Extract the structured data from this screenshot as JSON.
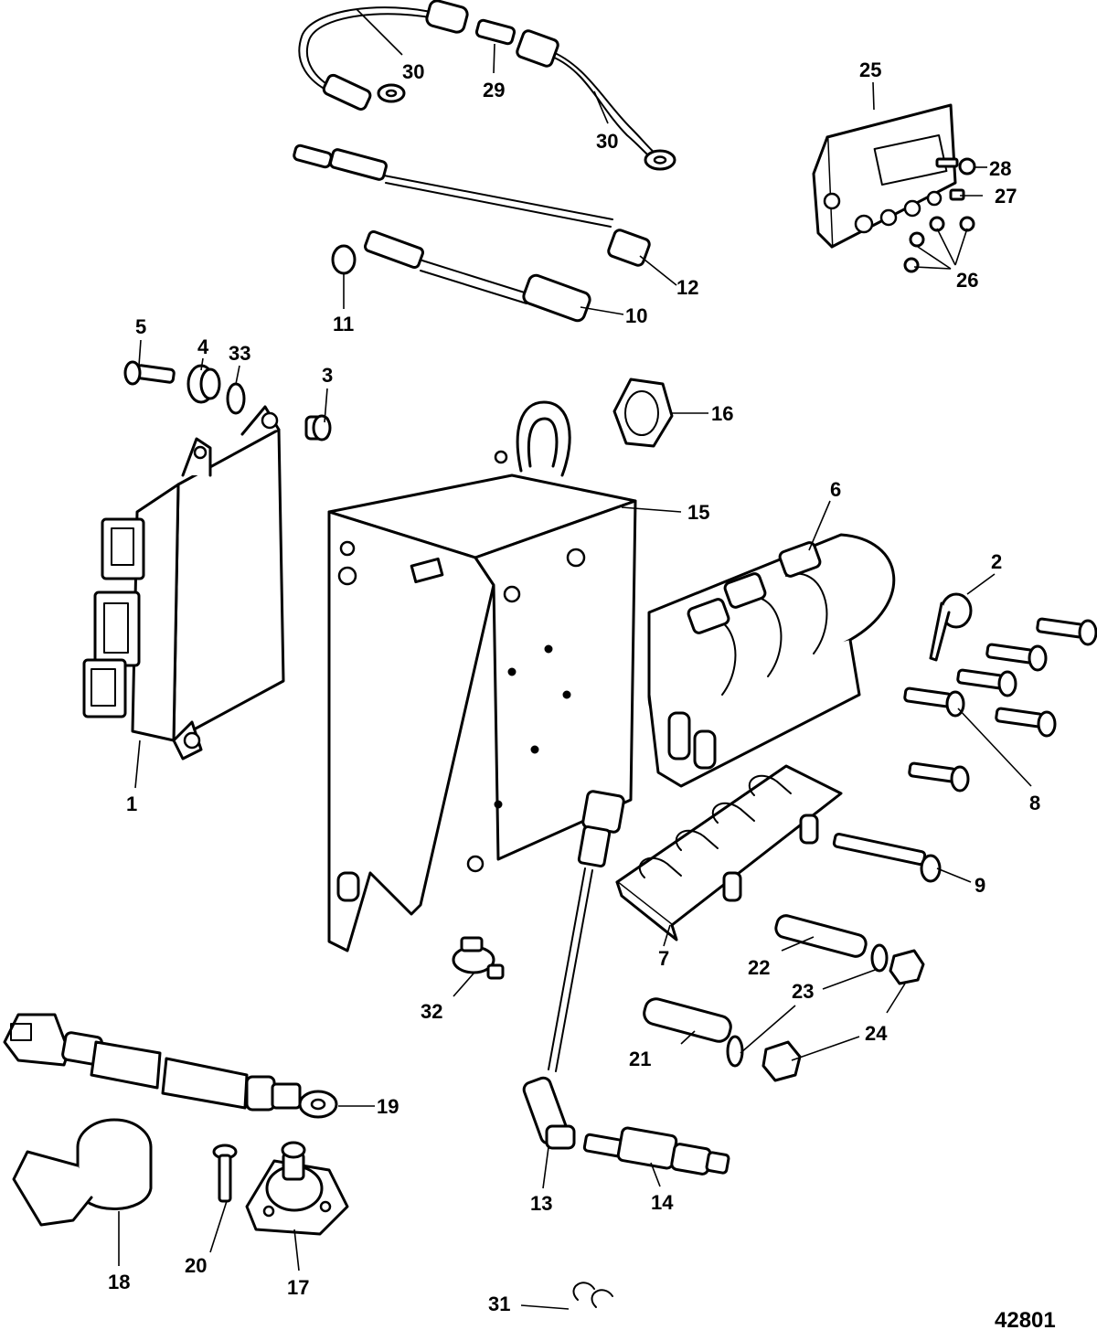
{
  "figure_id": "42801",
  "callouts": [
    "1",
    "2",
    "3",
    "4",
    "5",
    "6",
    "7",
    "8",
    "9",
    "10",
    "11",
    "12",
    "13",
    "14",
    "15",
    "16",
    "17",
    "18",
    "19",
    "20",
    "21",
    "22",
    "23",
    "24",
    "25",
    "26",
    "27",
    "28",
    "29",
    "30",
    "31",
    "32",
    "33"
  ]
}
